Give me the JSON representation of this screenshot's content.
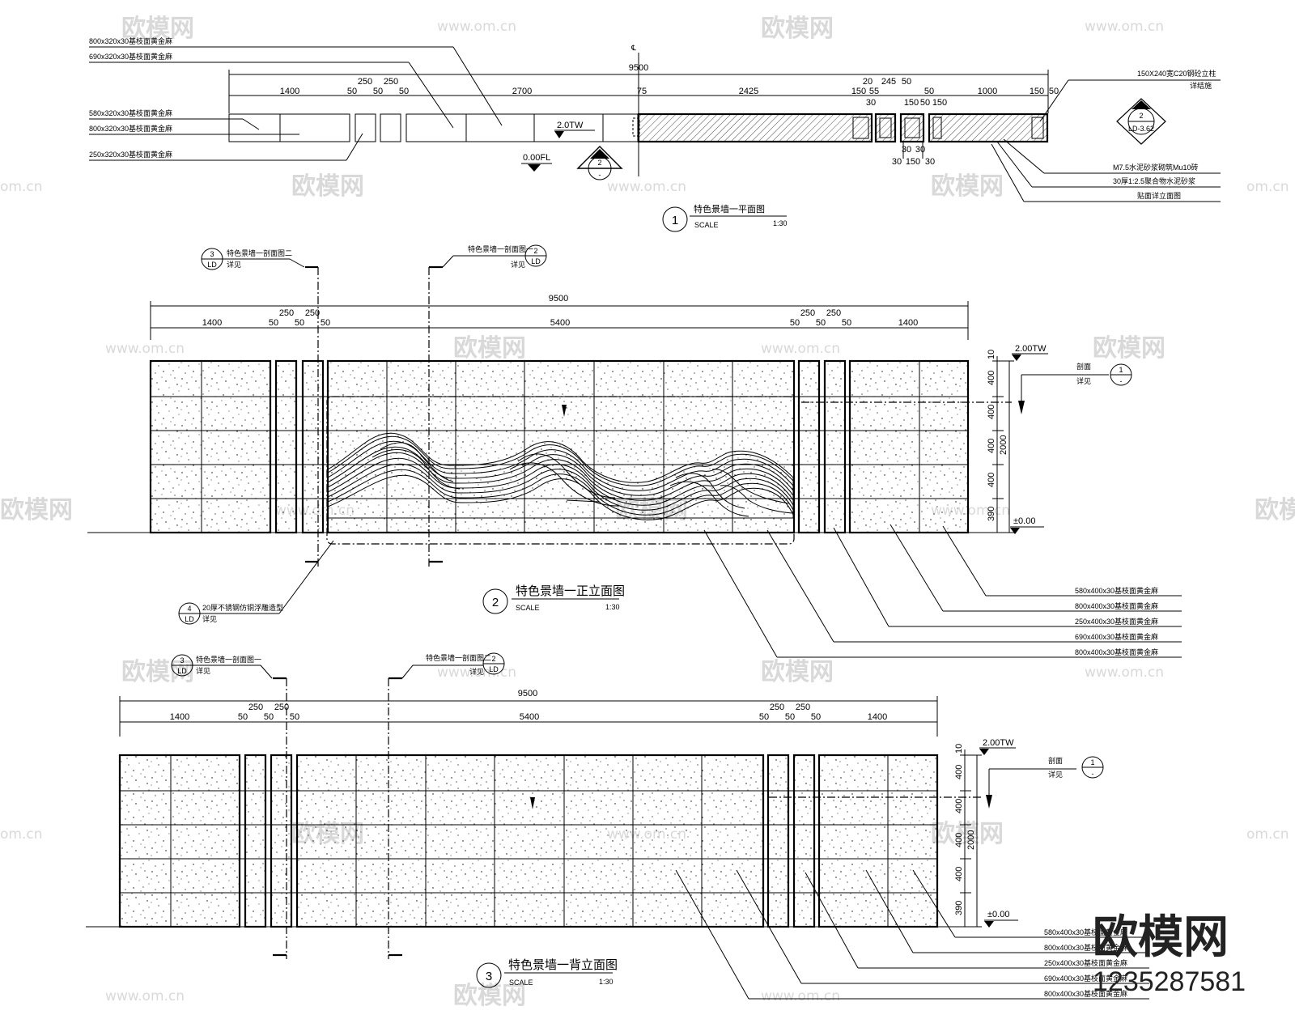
{
  "plan": {
    "title": "特色景墙一平面图",
    "num": "1",
    "scale": "SCALE",
    "ratio": "1:30",
    "total": "9500",
    "cl": "℄",
    "dims": [
      "1400",
      "50",
      "250",
      "50",
      "250",
      "50",
      "2700",
      "75",
      "2425",
      "20",
      "245",
      "50",
      "50",
      "150",
      "55",
      "30",
      "150",
      "50",
      "150",
      "1000",
      "150",
      "50"
    ],
    "lower_dims": [
      "30",
      "30",
      "30",
      "150",
      "30"
    ],
    "labels_left": [
      "800x320x30基枝面黄金麻",
      "690x320x30基枝面黄金麻",
      "580x320x30基枝面黄金麻",
      "800x320x30基枝面黄金麻",
      "250x320x30基枝面黄金麻"
    ],
    "labels_right": [
      "150X240宽C20钢砼立柱",
      "详结施",
      "M7.5水泥砂浆砌筑Mu10砖",
      "30厚1:2.5聚合物水泥砂浆",
      "贴面详立面图"
    ],
    "levels": [
      "2.0TW",
      "0.00FL"
    ],
    "sect_ref": [
      "2",
      "-",
      "2",
      "LD-3.62"
    ]
  },
  "elev1": {
    "title": "特色景墙一正立面图",
    "num": "2",
    "scale": "SCALE",
    "ratio": "1:30",
    "total": "9500",
    "dims": [
      "1400",
      "50",
      "250",
      "50",
      "250",
      "50",
      "5400",
      "50",
      "250",
      "50",
      "250",
      "50",
      "1400"
    ],
    "vdims": [
      "10",
      "400",
      "400",
      "400",
      "400",
      "390",
      "2000"
    ],
    "levels": [
      "2.00TW",
      "±0.00"
    ],
    "refs": [
      "特色景墙一剖面图二",
      "详见",
      "特色景墙一剖面图一",
      "详见",
      "剖面",
      "详见",
      "20厚不锈钢仿铜浮雕造型",
      "详见"
    ],
    "ref_nums": [
      "3",
      "LD",
      "2",
      "LD",
      "1",
      "-",
      "4",
      "LD"
    ],
    "materials": [
      "580x400x30基枝面黄金麻",
      "800x400x30基枝面黄金麻",
      "250x400x30基枝面黄金麻",
      "690x400x30基枝面黄金麻",
      "800x400x30基枝面黄金麻"
    ]
  },
  "elev2": {
    "title": "特色景墙一背立面图",
    "num": "3",
    "scale": "SCALE",
    "ratio": "1:30",
    "total": "9500",
    "dims": [
      "1400",
      "50",
      "250",
      "50",
      "250",
      "50",
      "5400",
      "50",
      "250",
      "50",
      "250",
      "50",
      "1400"
    ],
    "vdims": [
      "10",
      "400",
      "400",
      "400",
      "400",
      "390",
      "2000"
    ],
    "levels": [
      "2.00TW",
      "±0.00"
    ],
    "refs": [
      "特色景墙一剖面图一",
      "详见",
      "特色景墙一剖面图二",
      "详见",
      "剖面",
      "详见"
    ],
    "ref_nums": [
      "3",
      "LD",
      "2",
      "LD",
      "1",
      "-"
    ],
    "materials": [
      "580x400x30基枝面黄金麻",
      "800x400x30基枝面黄金麻",
      "250x400x30基枝面黄金麻",
      "690x400x30基枝面黄金麻",
      "800x400x30基枝面黄金麻"
    ]
  },
  "watermark": {
    "brand": "欧模网",
    "site": "www.om.cn",
    "site_short": "om.cn",
    "id": "1235287581"
  }
}
